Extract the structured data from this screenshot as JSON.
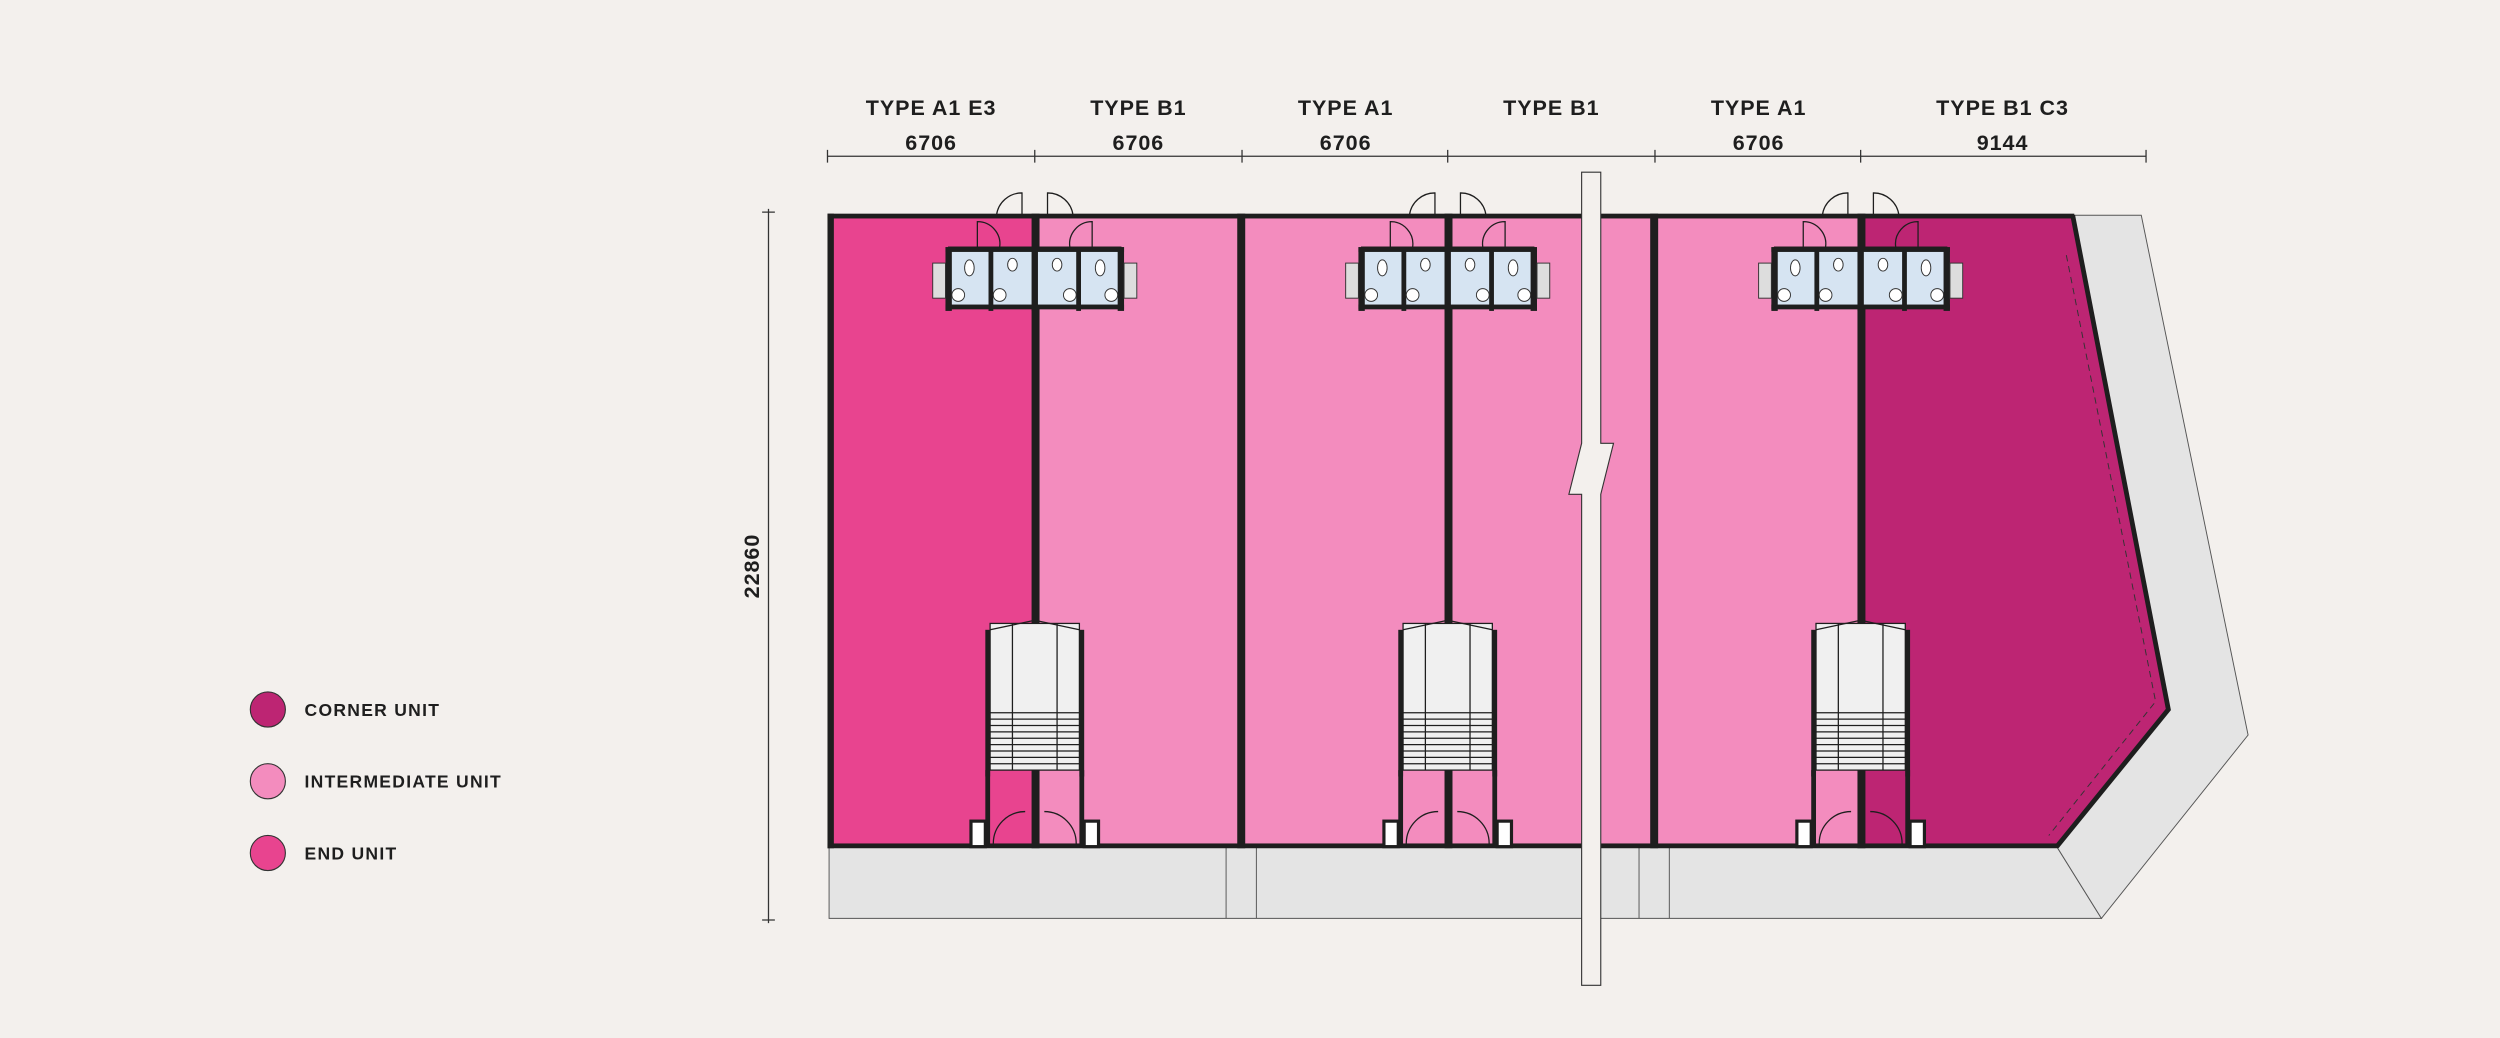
{
  "units": [
    {
      "type": "TYPE A1 E3",
      "width": "6706",
      "category": "end"
    },
    {
      "type": "TYPE B1",
      "width": "6706",
      "category": "intermediate"
    },
    {
      "type": "TYPE A1",
      "width": "6706",
      "category": "intermediate"
    },
    {
      "type": "TYPE B1",
      "width": "",
      "category": "intermediate"
    },
    {
      "type": "TYPE A1",
      "width": "6706",
      "category": "intermediate"
    },
    {
      "type": "TYPE B1 C3",
      "width": "9144",
      "category": "corner"
    }
  ],
  "depth_dimension": "22860",
  "legend": [
    {
      "label": "CORNER UNIT",
      "color": "#BD2573"
    },
    {
      "label": "INTERMEDIATE UNIT",
      "color": "#F38CBE"
    },
    {
      "label": "END UNIT",
      "color": "#E8448F"
    }
  ],
  "colors": {
    "background": "#F3F0ED",
    "corner": "#BD2573",
    "intermediate": "#F38CBE",
    "end": "#E8448F",
    "walkway": "#E4E4E4",
    "toilet": "#D6E4F2"
  }
}
